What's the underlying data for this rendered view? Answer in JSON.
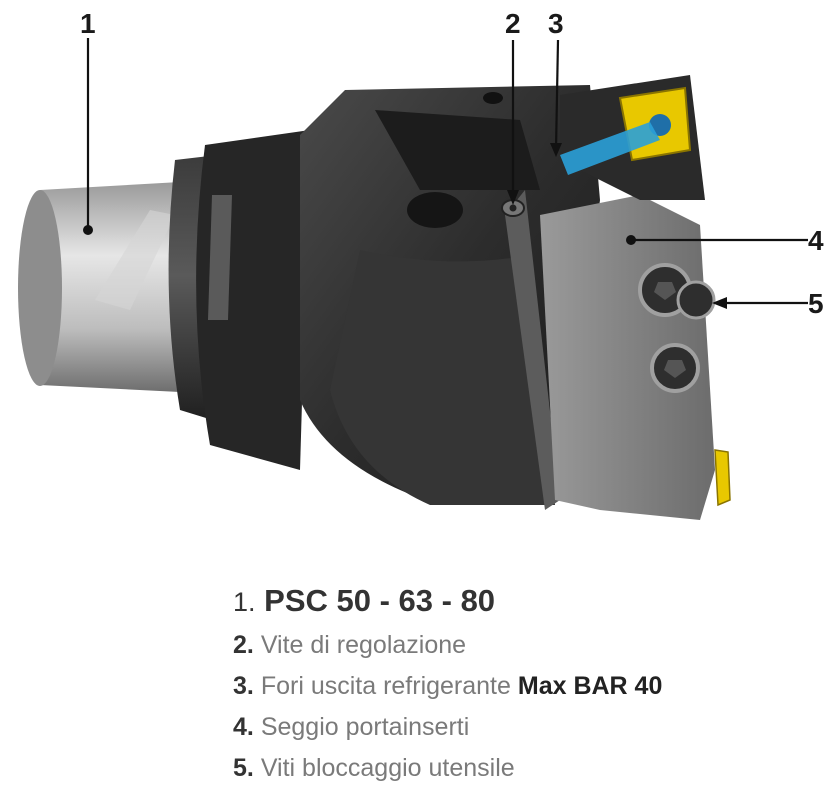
{
  "callouts": [
    "1",
    "2",
    "3",
    "4",
    "5"
  ],
  "legend": [
    {
      "number": "1.",
      "text": "PSC 50 - 63 - 80",
      "suffix": ""
    },
    {
      "number": "2.",
      "text": "Vite di regolazione",
      "suffix": ""
    },
    {
      "number": "3.",
      "text": "Fori uscita refrigerante",
      "suffix": "Max BAR 40"
    },
    {
      "number": "4.",
      "text": "Seggio portainserti",
      "suffix": ""
    },
    {
      "number": "5.",
      "text": "Viti bloccaggio utensile",
      "suffix": ""
    }
  ],
  "colors": {
    "shank": "#b9b9b9",
    "body": "#2b2b2b",
    "seat": "#8a8a8a",
    "insert": "#e8c800",
    "coolant": "#2aa0d8",
    "leader": "#111111"
  }
}
